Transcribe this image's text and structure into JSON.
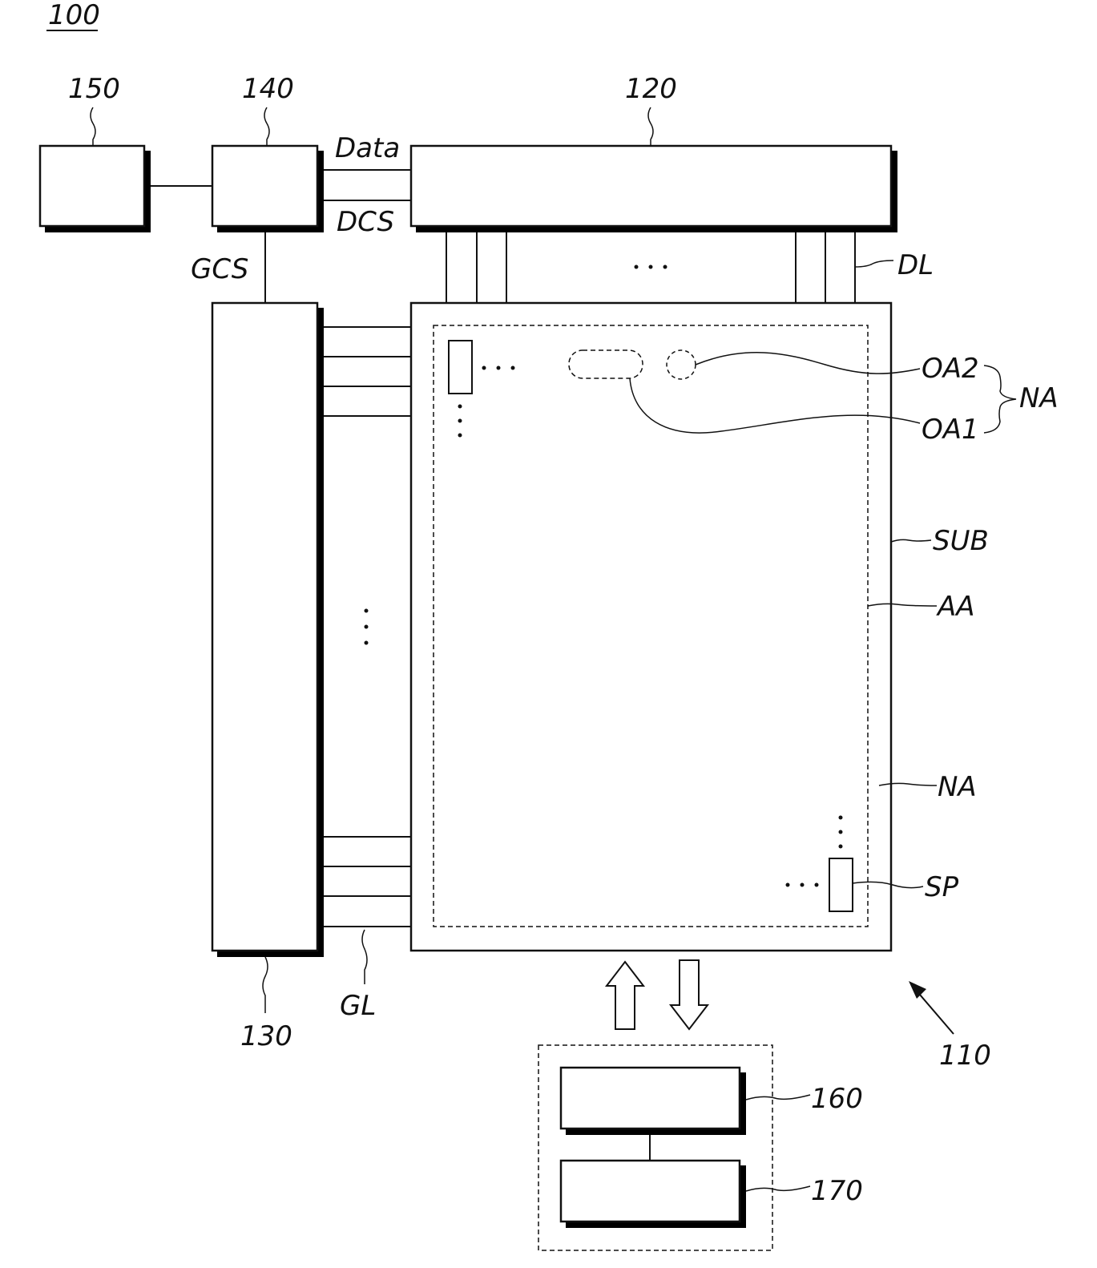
{
  "figure": {
    "figure_number": "100",
    "colors": {
      "ink": "#111111",
      "shadow": "#000000",
      "background": "#ffffff"
    }
  },
  "blocks": {
    "timing_controller": {
      "ref": "140"
    },
    "host_system": {
      "ref": "150"
    },
    "data_driver": {
      "ref": "120"
    },
    "gate_driver": {
      "ref": "130"
    },
    "display_panel": {
      "ref": "110"
    },
    "sensor_module_a": {
      "ref": "160"
    },
    "sensor_module_b": {
      "ref": "170"
    }
  },
  "signals": {
    "data": "Data",
    "dcs": "DCS",
    "gcs": "GCS",
    "dl": "DL",
    "gl": "GL"
  },
  "panel_labels": {
    "oa2": "OA2",
    "oa1": "OA1",
    "na_group": "NA",
    "sub": "SUB",
    "aa": "AA",
    "na": "NA",
    "sp": "SP"
  }
}
